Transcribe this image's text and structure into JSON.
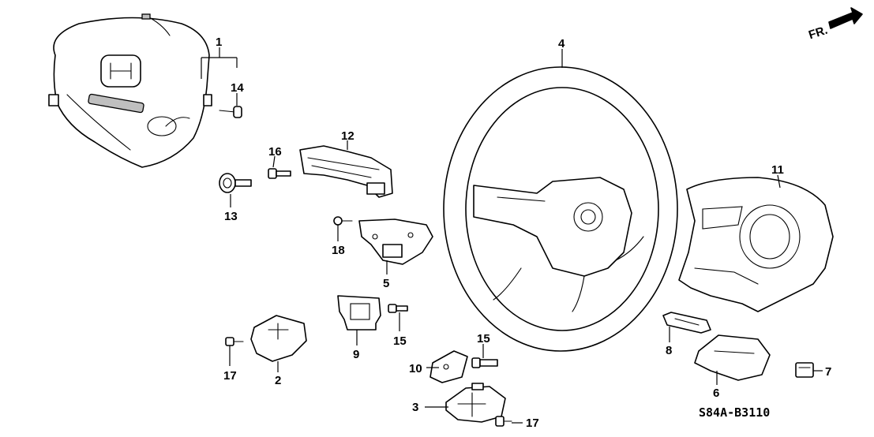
{
  "diagram": {
    "orientation_label": "FR.",
    "diagram_code": "S84A-B3110",
    "parts": [
      {
        "number": "1"
      },
      {
        "number": "2"
      },
      {
        "number": "3"
      },
      {
        "number": "4"
      },
      {
        "number": "5"
      },
      {
        "number": "6"
      },
      {
        "number": "7"
      },
      {
        "number": "8"
      },
      {
        "number": "9"
      },
      {
        "number": "10"
      },
      {
        "number": "11"
      },
      {
        "number": "12"
      },
      {
        "number": "13"
      },
      {
        "number": "14"
      },
      {
        "number": "15"
      },
      {
        "number": "15"
      },
      {
        "number": "16"
      },
      {
        "number": "17"
      },
      {
        "number": "17"
      },
      {
        "number": "18"
      }
    ]
  }
}
